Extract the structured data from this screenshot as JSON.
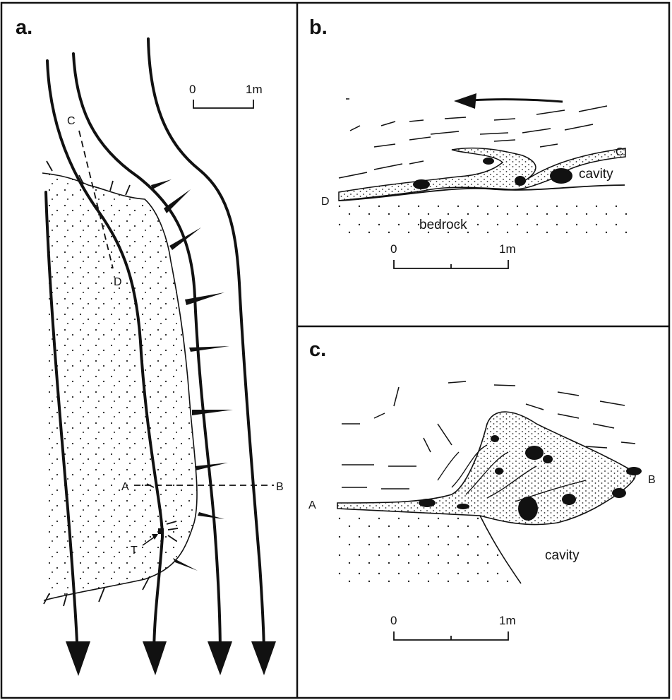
{
  "panels": [
    {
      "id": "a",
      "label": "a."
    },
    {
      "id": "b",
      "label": "b."
    },
    {
      "id": "c",
      "label": "c."
    }
  ],
  "panel_a": {
    "scale": {
      "start": "0",
      "end": "1m"
    },
    "points": {
      "C": "C",
      "D": "D",
      "A": "A",
      "B": "B",
      "T": "T"
    }
  },
  "panel_b": {
    "points": {
      "C": "C",
      "D": "D"
    },
    "labels": {
      "cavity": "cavity",
      "bedrock": "bedrock"
    },
    "scale": {
      "start": "0",
      "end": "1m"
    }
  },
  "panel_c": {
    "points": {
      "A": "A",
      "B": "B"
    },
    "labels": {
      "cavity": "cavity"
    },
    "scale": {
      "start": "0",
      "end": "1m"
    }
  },
  "colors": {
    "ink": "#111111",
    "background": "#ffffff"
  }
}
